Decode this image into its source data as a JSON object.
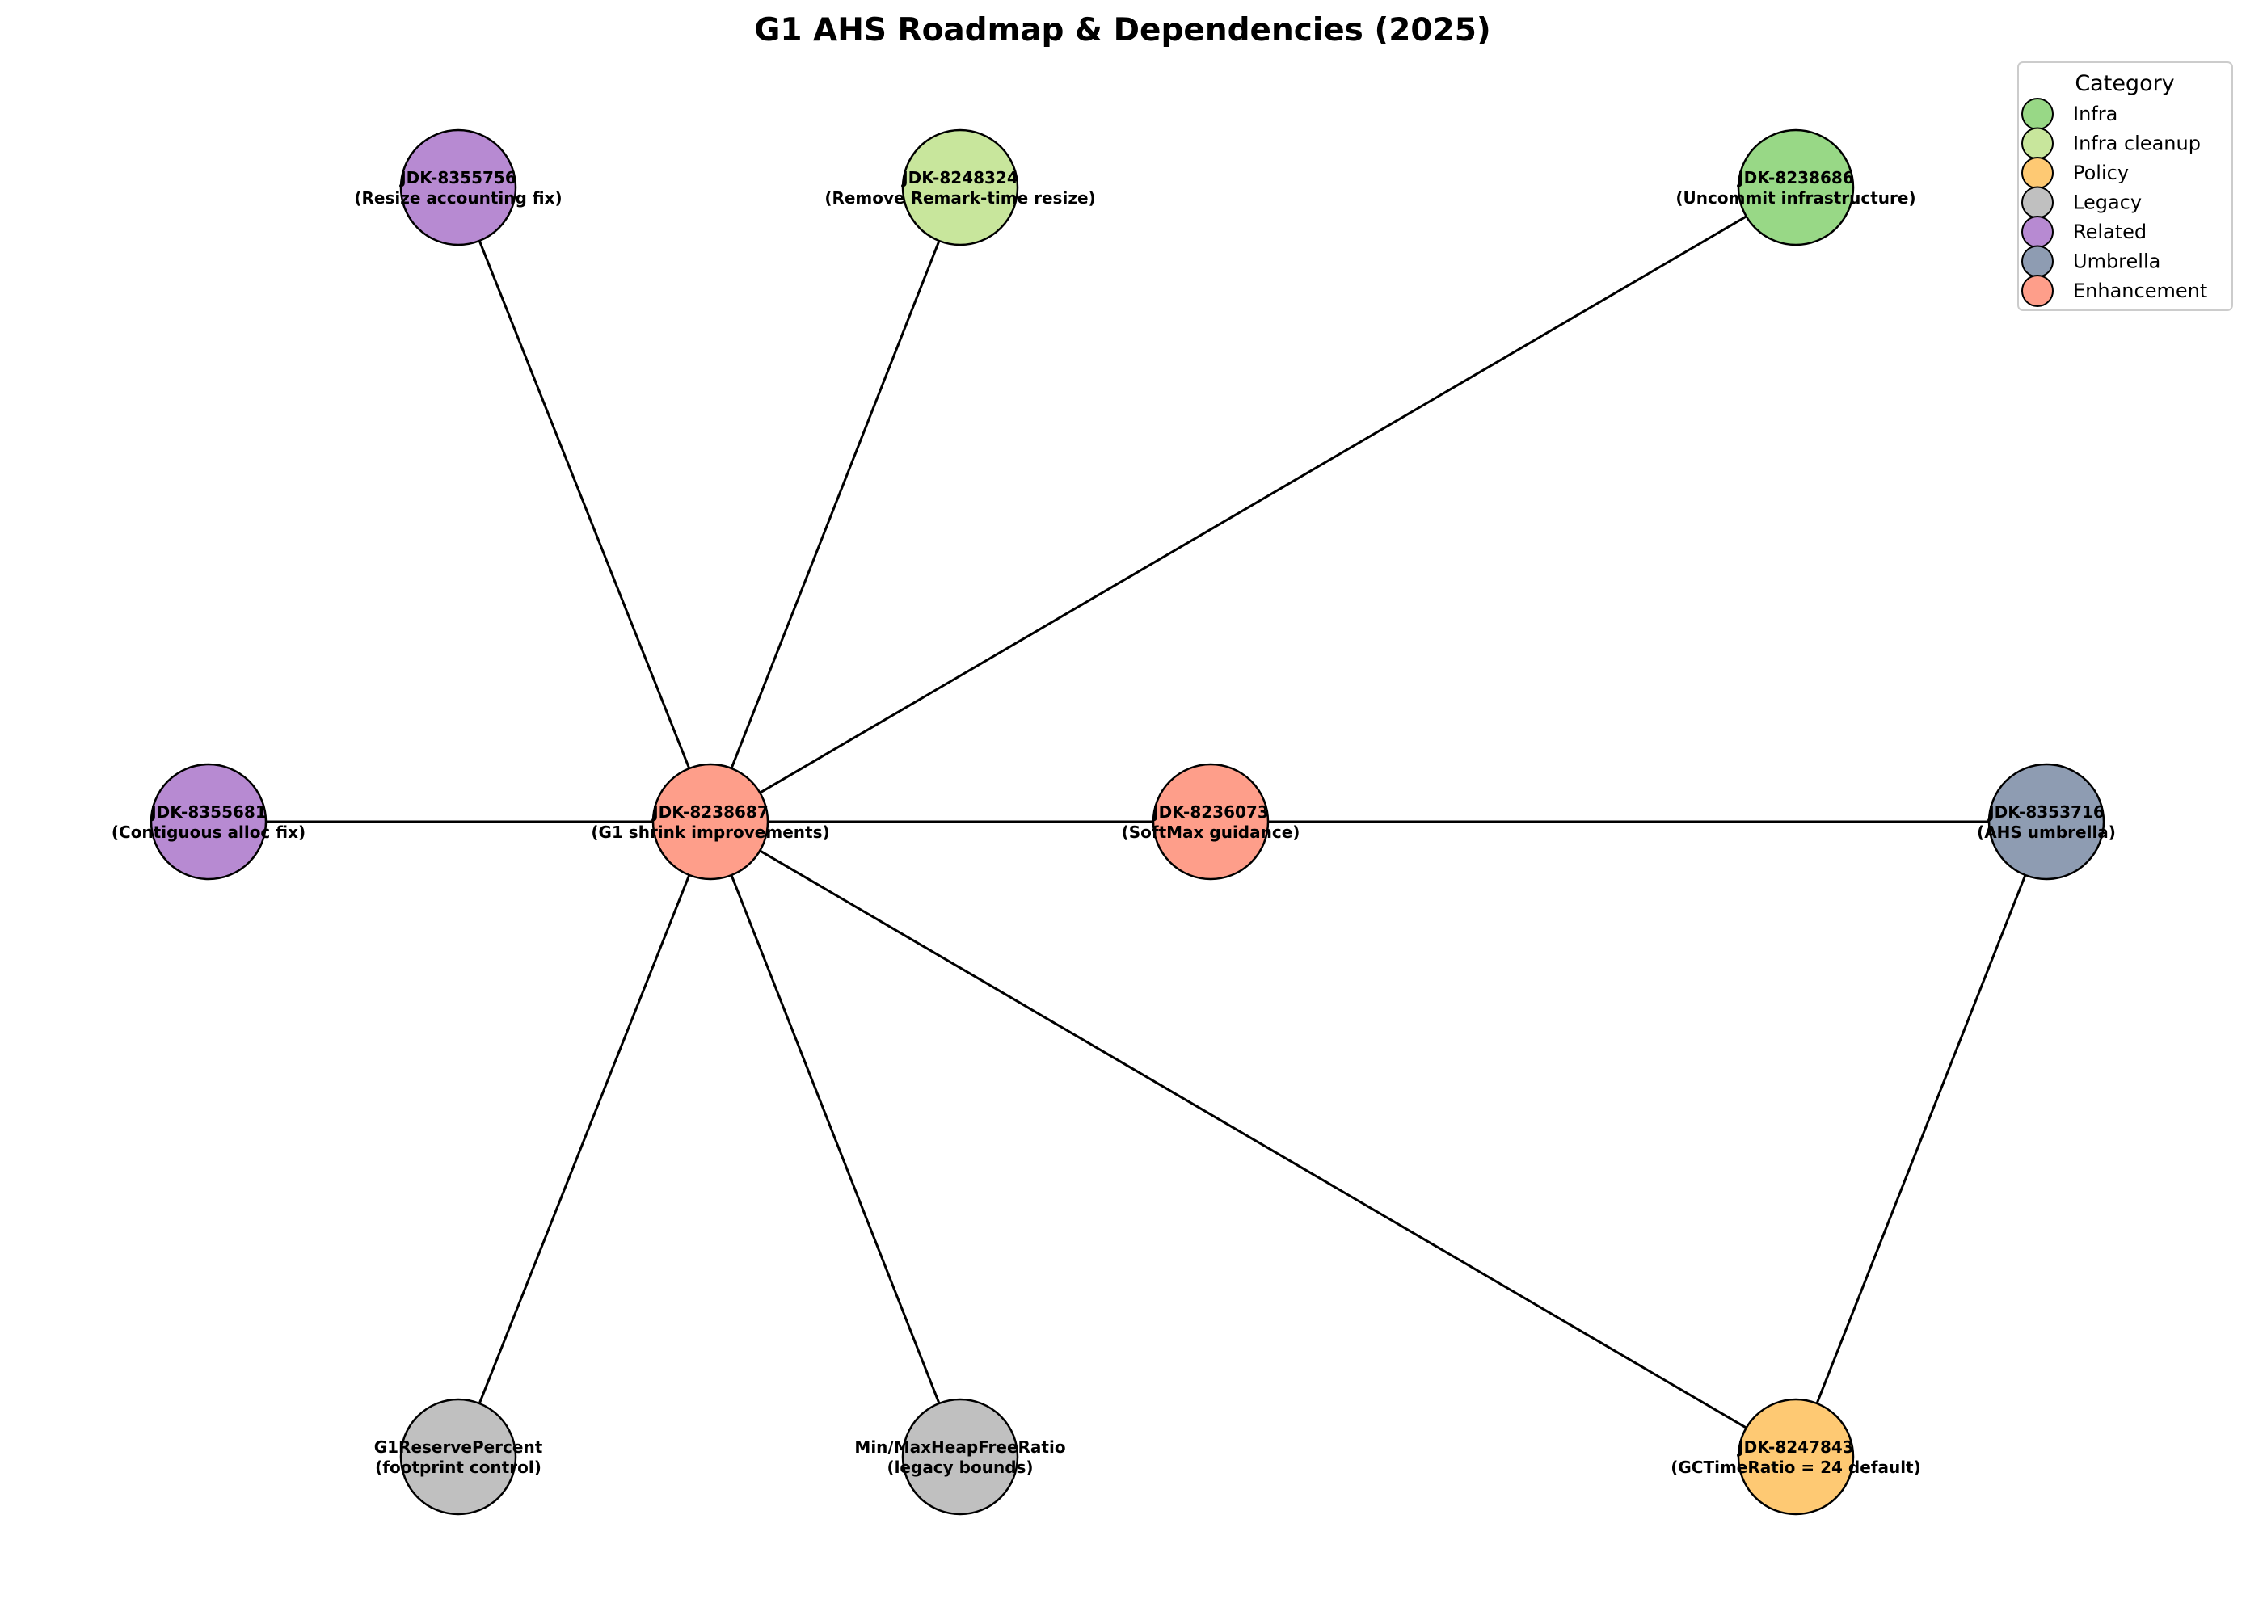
{
  "title": "G1 AHS Roadmap & Dependencies (2025)",
  "legend": {
    "title": "Category",
    "items": [
      {
        "label": "Infra",
        "color": "#98d886"
      },
      {
        "label": "Infra cleanup",
        "color": "#c8e69c"
      },
      {
        "label": "Policy",
        "color": "#fec973"
      },
      {
        "label": "Legacy",
        "color": "#c0c0c0"
      },
      {
        "label": "Related",
        "color": "#b78ad2"
      },
      {
        "label": "Umbrella",
        "color": "#8e9cb2"
      },
      {
        "label": "Enhancement",
        "color": "#fe9e8a"
      }
    ]
  },
  "nodes": [
    {
      "id": "n8238687",
      "line1": "JDK-8238687",
      "line2": "(G1 shrink improvements)",
      "category": "Enhancement"
    },
    {
      "id": "n8355756",
      "line1": "JDK-8355756",
      "line2": "(Resize accounting fix)",
      "category": "Related"
    },
    {
      "id": "n8248324",
      "line1": "JDK-8248324",
      "line2": "(Remove Remark-time resize)",
      "category": "Infra cleanup"
    },
    {
      "id": "n8238686",
      "line1": "JDK-8238686",
      "line2": "(Uncommit infrastructure)",
      "category": "Infra"
    },
    {
      "id": "n8355681",
      "line1": "JDK-8355681",
      "line2": "(Contiguous alloc fix)",
      "category": "Related"
    },
    {
      "id": "n8236073",
      "line1": "JDK-8236073",
      "line2": "(SoftMax guidance)",
      "category": "Enhancement"
    },
    {
      "id": "n8353716",
      "line1": "JDK-8353716",
      "line2": "(AHS umbrella)",
      "category": "Umbrella"
    },
    {
      "id": "nReserve",
      "line1": "G1ReservePercent",
      "line2": "(footprint control)",
      "category": "Legacy"
    },
    {
      "id": "nMinMax",
      "line1": "Min/MaxHeapFreeRatio",
      "line2": "(legacy bounds)",
      "category": "Legacy"
    },
    {
      "id": "n8247843",
      "line1": "JDK-8247843",
      "line2": "(GCTimeRatio = 24 default)",
      "category": "Policy"
    }
  ],
  "edges": [
    [
      "n8238687",
      "n8355756"
    ],
    [
      "n8238687",
      "n8248324"
    ],
    [
      "n8238687",
      "n8238686"
    ],
    [
      "n8238687",
      "n8355681"
    ],
    [
      "n8238687",
      "n8236073"
    ],
    [
      "n8236073",
      "n8353716"
    ],
    [
      "n8238687",
      "nReserve"
    ],
    [
      "n8238687",
      "nMinMax"
    ],
    [
      "n8238687",
      "n8247843"
    ],
    [
      "n8353716",
      "n8247843"
    ]
  ]
}
